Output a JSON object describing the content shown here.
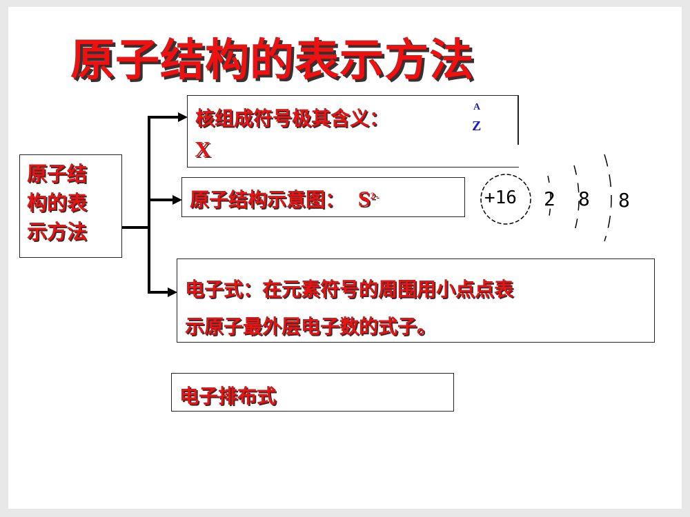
{
  "title": "原子结构的表示方法",
  "left_box": {
    "lines": [
      "原子结",
      "构的表",
      "示方法"
    ]
  },
  "box1": {
    "label": "核组成符号极其含义：",
    "symbol": "X",
    "mass_number": "A",
    "atomic_number": "Z"
  },
  "box2": {
    "label": "原子结构示意图：",
    "symbol": "S",
    "charge": "2-"
  },
  "diagram": {
    "nucleus": "+16",
    "shells": [
      "2",
      "8",
      "8"
    ]
  },
  "box3": {
    "lines": [
      "电子式：在元素符号的周围用小点点表",
      "示原子最外层电子数的式子。"
    ]
  },
  "box4": {
    "label": "电子排布式"
  },
  "colors": {
    "text": "#ee1111",
    "symbol_blue": "#1a1acc"
  }
}
